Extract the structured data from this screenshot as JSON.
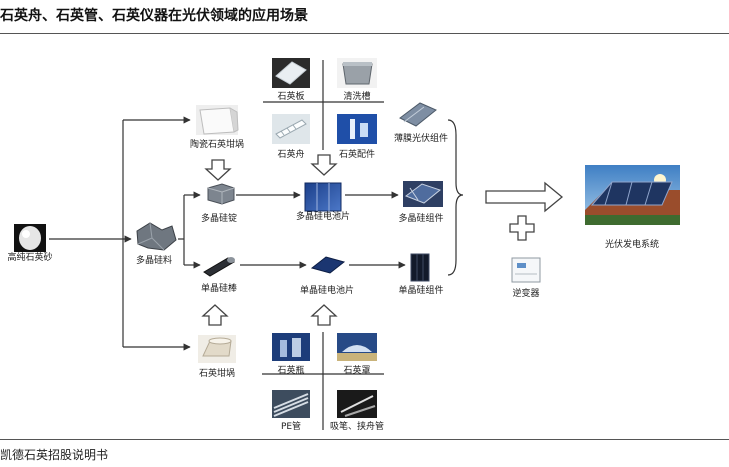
{
  "title": "石英舟、石英管、石英仪器在光伏领域的应用场景",
  "source": "凯德石英招股说明书",
  "nodes": {
    "quartz_sand": "高纯石英砂",
    "poly_feedstock": "多晶硅料",
    "ceramic_crucible": "陶瓷石英坩埚",
    "poly_ingot": "多晶硅锭",
    "mono_rod": "单晶硅棒",
    "quartz_crucible": "石英坩埚",
    "quartz_plate": "石英板",
    "cleaning_tank": "清洗槽",
    "quartz_boat": "石英舟",
    "quartz_parts": "石英配件",
    "poly_cell": "多晶硅电池片",
    "mono_cell": "单晶硅电池片",
    "thin_film_module": "薄膜光伏组件",
    "poly_module": "多晶硅组件",
    "mono_module": "单晶硅组件",
    "inverter": "逆变器",
    "pv_system": "光伏发电系统",
    "quartz_bottle": "石英瓶",
    "quartz_cover": "石英罩",
    "pe_tube": "PE管",
    "suction_pen": "吸笔、挟舟管"
  }
}
